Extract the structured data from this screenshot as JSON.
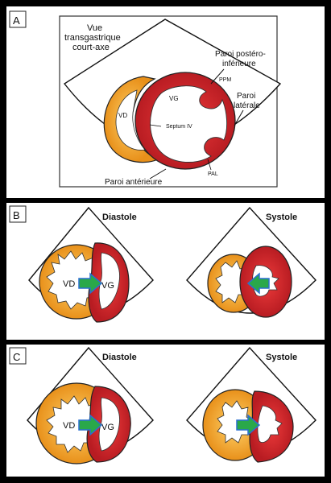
{
  "panels": {
    "a": {
      "letter": "A",
      "title_line1": "Vue",
      "title_line2": "transgastrique",
      "title_line3": "court-axe",
      "label_vg": "VG",
      "label_vd": "VD",
      "label_septum": "Septum IV",
      "label_ppm": "PPM",
      "label_pal": "PAL",
      "label_postero_line1": "Paroi postéro-",
      "label_postero_line2": "inférieure",
      "label_laterale_line1": "Paroi",
      "label_laterale_line2": "latérale",
      "label_anterieure": "Paroi antérieure"
    },
    "b": {
      "letter": "B",
      "diastole": "Diastole",
      "systole": "Systole",
      "label_vd": "VD",
      "label_vg": "VG"
    },
    "c": {
      "letter": "C",
      "diastole": "Diastole",
      "systole": "Systole",
      "label_vd": "VD",
      "label_vg": "VG"
    }
  },
  "colors": {
    "background": "#000000",
    "panel": "#ffffff",
    "lv_wall": "#d8202a",
    "rv_wall": "#f0a81e",
    "arrow_fill": "#2aa84a",
    "arrow_outline": "#2a6fd0"
  }
}
